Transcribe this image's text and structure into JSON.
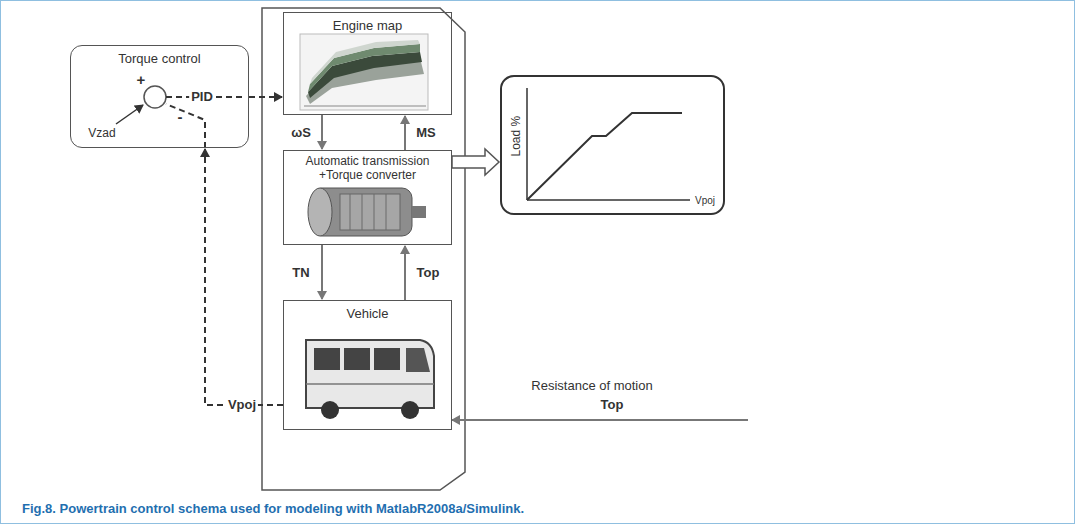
{
  "diagram": {
    "caption": "Fig.8. Powertrain control schema used for modeling with MatlabR2008a/Simulink.",
    "nodes": [
      {
        "text": [
          "Torque control"
        ]
      },
      {
        "text": [
          "Engine map"
        ]
      },
      {
        "text": [
          "Automatic transmission +Torque converter"
        ]
      },
      {
        "text": [
          "Vehicle"
        ]
      },
      {
        "text": [
          "Load %",
          "Vpoj"
        ]
      }
    ],
    "edges": [
      {
        "from": 0,
        "to": 1,
        "arrow": "to",
        "label": "PID"
      },
      {
        "from": 1,
        "to": 2,
        "arrow": "to",
        "label": "ωS"
      },
      {
        "from": 2,
        "to": 1,
        "arrow": "to",
        "label": "MS"
      },
      {
        "from": 2,
        "to": 3,
        "arrow": "to",
        "label": "TN"
      },
      {
        "from": 3,
        "to": 2,
        "arrow": "to",
        "label": "Top"
      },
      {
        "from": 3,
        "to": 0,
        "arrow": "to",
        "label": "Vpoj"
      },
      {
        "from": 2,
        "to": 4,
        "arrow": "to"
      }
    ],
    "labels": [
      "+",
      "-",
      "Vzad",
      "Resistance of motion",
      "Top"
    ]
  }
}
